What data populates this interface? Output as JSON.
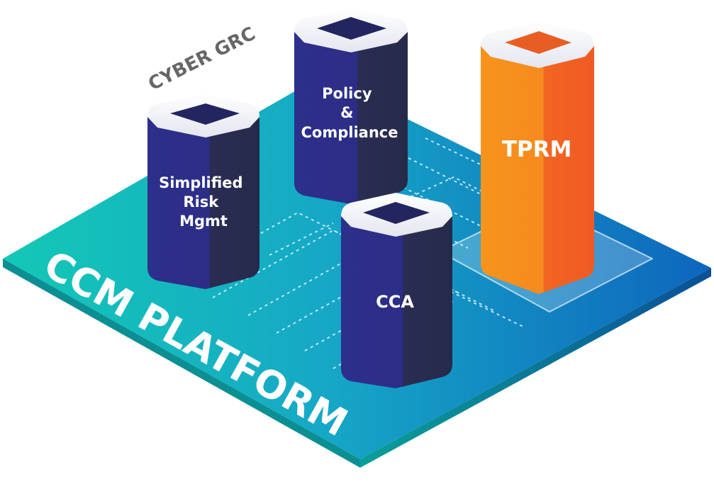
{
  "platform": {
    "label": "CCM PLATFORM",
    "colors": {
      "left": "#15c3b8",
      "mid": "#1aa3c9",
      "right": "#1167bd"
    }
  },
  "group_label": "CYBER GRC",
  "pillars": [
    {
      "id": "simplified-risk",
      "lines": [
        "Simplified",
        "Risk",
        "Mgmt"
      ],
      "color": "#27297a"
    },
    {
      "id": "policy-compliance",
      "lines": [
        "Policy",
        "&",
        "Compliance"
      ],
      "color": "#27297a"
    },
    {
      "id": "cca",
      "lines": [
        "CCA"
      ],
      "color": "#27297a"
    },
    {
      "id": "tprm",
      "lines": [
        "TPRM"
      ],
      "color": "#f47a1f"
    }
  ]
}
